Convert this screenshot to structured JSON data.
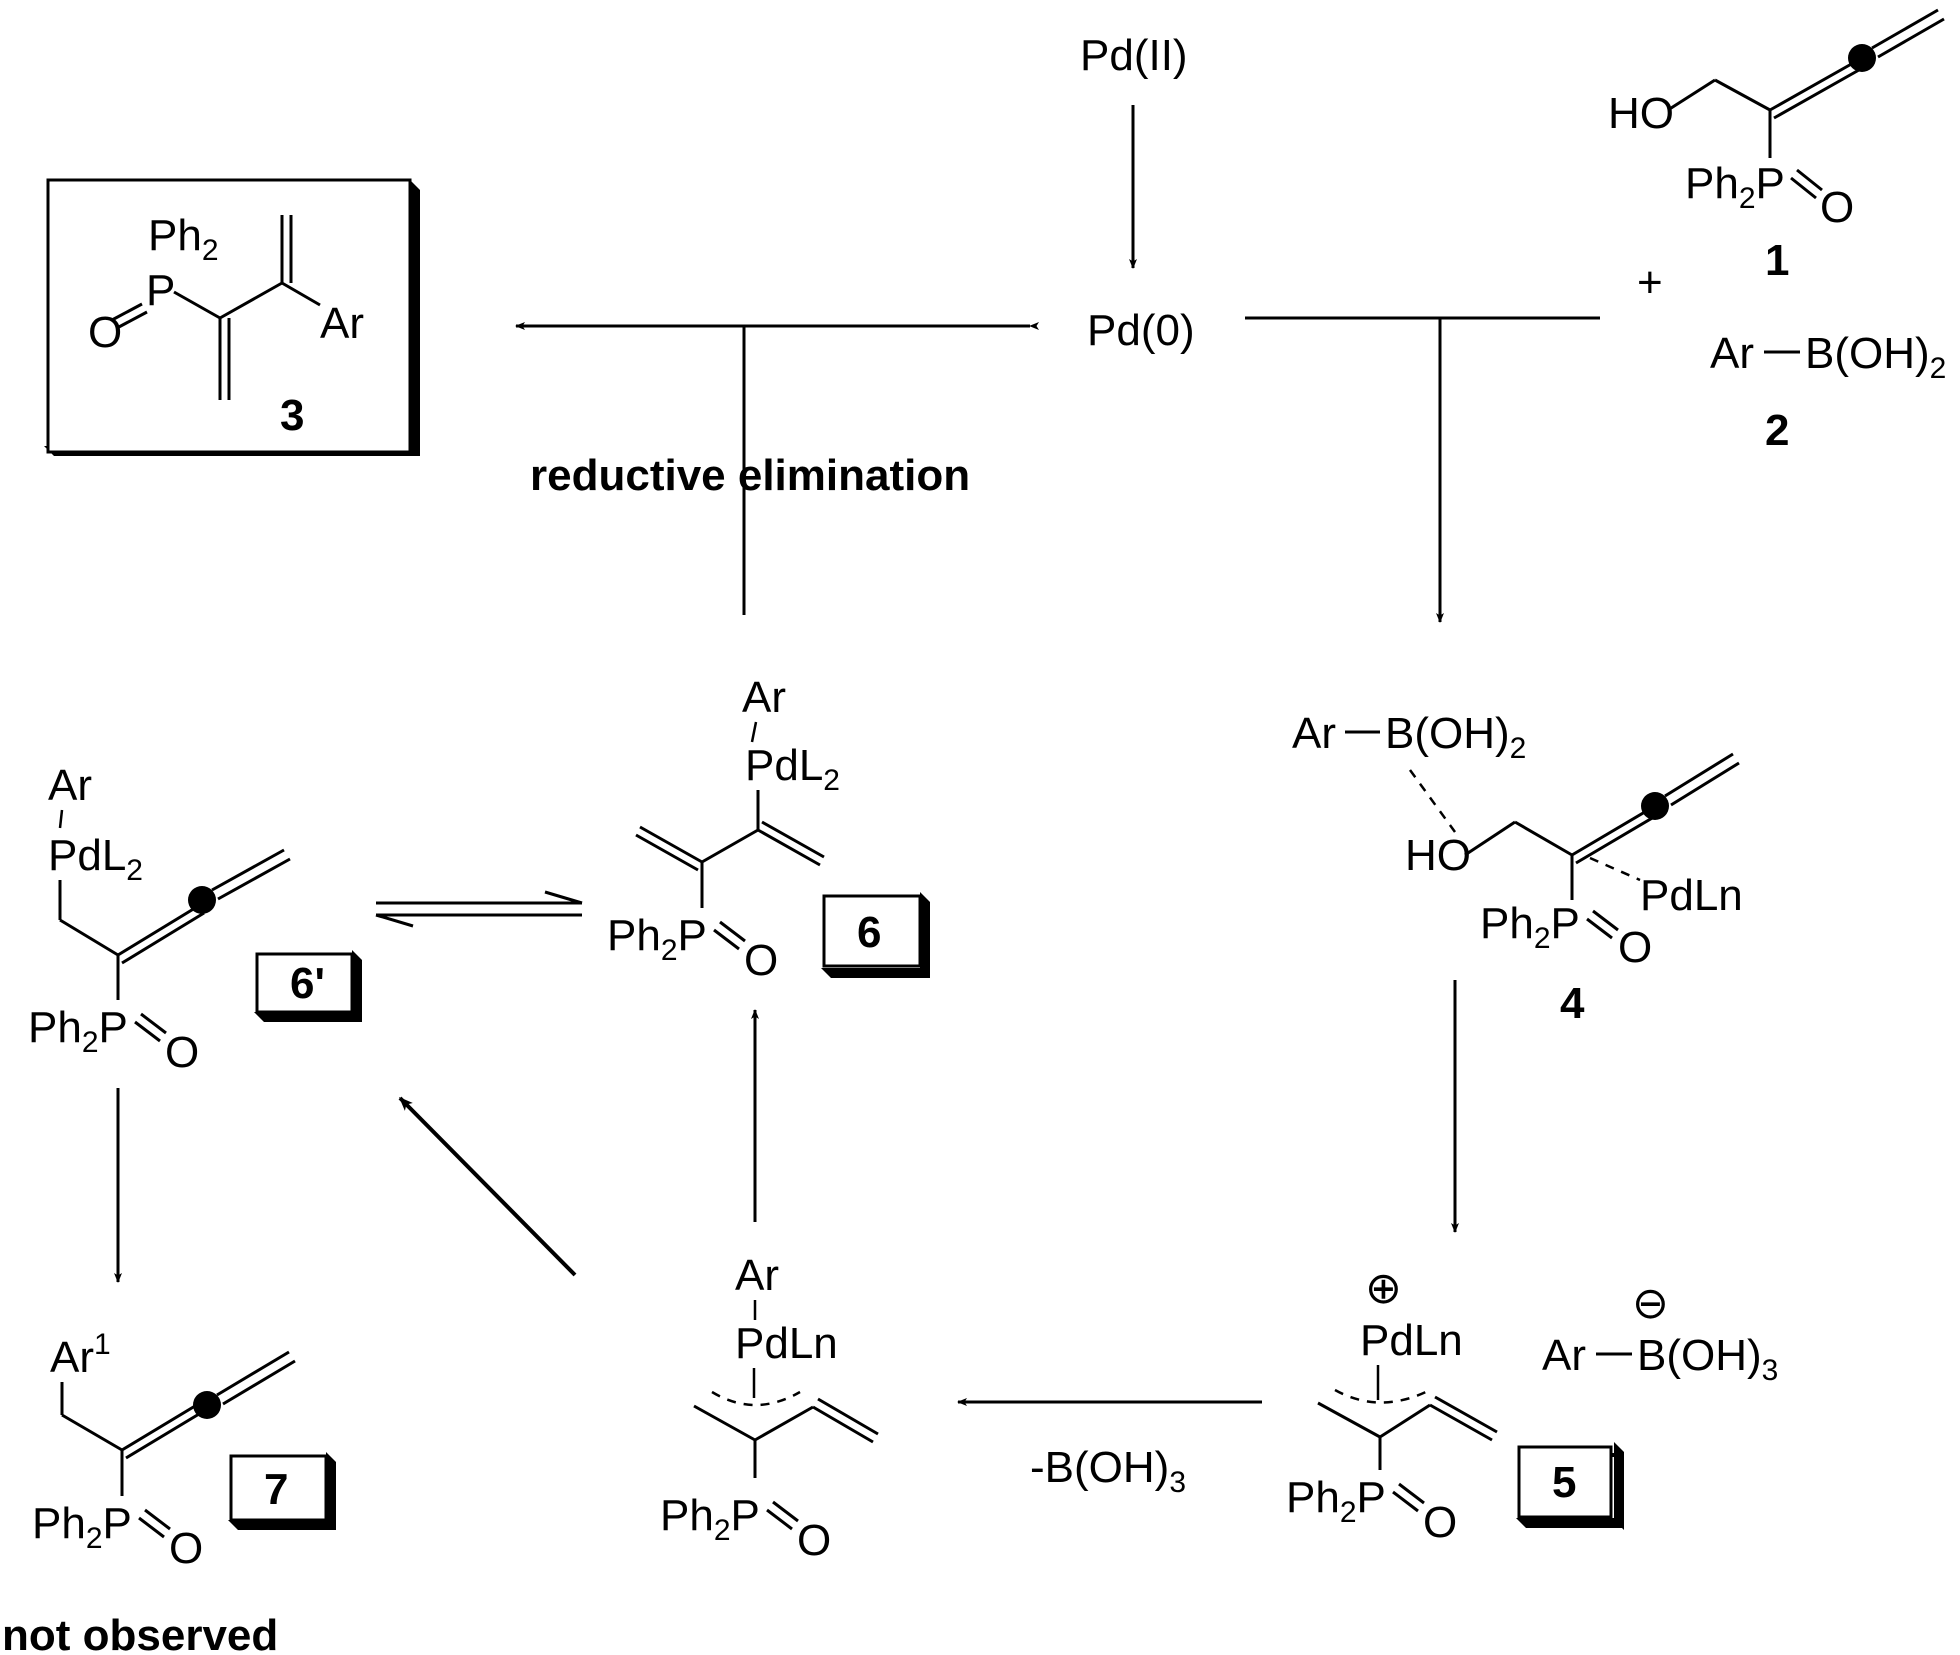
{
  "catalyst": {
    "precursor": "Pd(II)",
    "active": "Pd(0)"
  },
  "reactants": {
    "plus": "+",
    "allene_alcohol": {
      "label": "1",
      "oh": "HO",
      "ph": "Ph",
      "ph_sub": "2",
      "p": "P",
      "o": "O"
    },
    "boronic_acid": {
      "label": "2",
      "ar": "Ar",
      "b": "B(OH)",
      "b_sub": "2"
    }
  },
  "product": {
    "label": "3",
    "ph": "Ph",
    "ph_sub": "2",
    "p": "P",
    "o": "O",
    "ar": "Ar"
  },
  "step_labels": {
    "reductive_elimination": "reductive elimination",
    "boric_acid_loss": "-B(OH)",
    "boric_acid_sub": "3",
    "not_observed": "not observed"
  },
  "complexes": {
    "c4": {
      "label": "4",
      "ar": "Ar",
      "b": "B(OH)",
      "b_sub": "2",
      "oh": "HO",
      "pd": "PdLn",
      "ph": "Ph",
      "ph_sub": "2",
      "p": "P",
      "o": "O"
    },
    "c5": {
      "label": "5",
      "plus": "⊕",
      "pd": "PdLn",
      "minus": "⊖",
      "ar": "Ar",
      "b": "B(OH)",
      "b_sub": "3",
      "ph": "Ph",
      "ph_sub": "2",
      "p": "P",
      "o": "O"
    },
    "c_mid": {
      "ar": "Ar",
      "pd": "PdLn",
      "ph": "Ph",
      "ph_sub": "2",
      "p": "P",
      "o": "O"
    },
    "c6": {
      "label": "6",
      "ar": "Ar",
      "pd": "PdL",
      "pd_sub": "2",
      "ph": "Ph",
      "ph_sub": "2",
      "p": "P",
      "o": "O"
    },
    "c6p": {
      "label": "6'",
      "ar": "Ar",
      "pd": "PdL",
      "pd_sub": "2",
      "ph": "Ph",
      "ph_sub": "2",
      "p": "P",
      "o": "O"
    },
    "c7": {
      "label": "7",
      "ar": "Ar",
      "ar_sup": "1",
      "ph": "Ph",
      "ph_sub": "2",
      "p": "P",
      "o": "O"
    }
  }
}
